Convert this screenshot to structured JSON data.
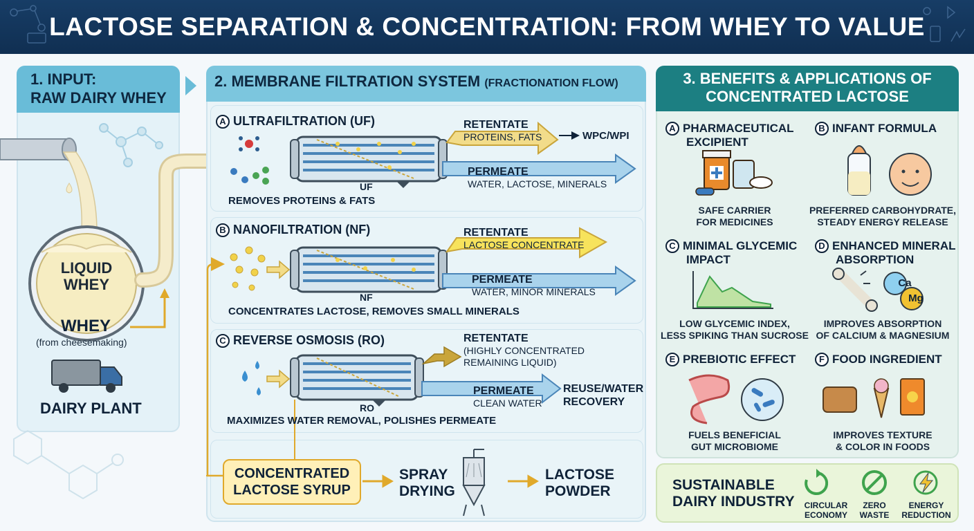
{
  "header": {
    "title": "LACTOSE SEPARATION & CONCENTRATION: FROM WHEY TO VALUE"
  },
  "input": {
    "heading_line1": "1. INPUT:",
    "heading_line2": "RAW DAIRY WHEY",
    "tank_line1": "LIQUID",
    "tank_line2": "WHEY",
    "whey_label": "WHEY",
    "whey_sub": "(from cheesemaking)",
    "plant_label": "DAIRY PLANT"
  },
  "membrane": {
    "heading": "2. MEMBRANE FILTRATION SYSTEM",
    "heading_sub": "(FRACTIONATION FLOW)",
    "stages": [
      {
        "letter": "A",
        "title": "ULTRAFILTRATION (UF)",
        "tag": "UF",
        "retentate_label": "RETENTATE",
        "retentate_detail": "PROTEINS, FATS",
        "retentate_output": "WPC/WPI",
        "permeate_label": "PERMEATE",
        "permeate_detail": "WATER, LACTOSE, MINERALS",
        "caption": "REMOVES PROTEINS & FATS"
      },
      {
        "letter": "B",
        "title": "NANOFILTRATION (NF)",
        "tag": "NF",
        "retentate_label": "RETENTATE",
        "retentate_detail": "LACTOSE CONCENTRATE",
        "permeate_label": "PERMEATE",
        "permeate_detail": "WATER, MINOR MINERALS",
        "caption": "CONCENTRATES LACTOSE, REMOVES SMALL MINERALS"
      },
      {
        "letter": "C",
        "title": "REVERSE OSMOSIS (RO)",
        "tag": "RO",
        "retentate_label": "RETENTATE",
        "retentate_detail_line1": "(HIGHLY CONCENTRATED",
        "retentate_detail_line2": "REMAINING LIQUID)",
        "permeate_label": "PERMEATE",
        "permeate_detail": "CLEAN WATER",
        "output_line1": "REUSE/WATER",
        "output_line2": "RECOVERY",
        "caption": "MAXIMIZES WATER REMOVAL, POLISHES PERMEATE"
      }
    ],
    "final": {
      "syrup_line1": "CONCENTRATED",
      "syrup_line2": "LACTOSE SYRUP",
      "spray_line1": "SPRAY",
      "spray_line2": "DRYING",
      "powder_line1": "LACTOSE",
      "powder_line2": "POWDER"
    }
  },
  "benefits": {
    "heading_line1": "3. BENEFITS & APPLICATIONS OF",
    "heading_line2": "CONCENTRATED LACTOSE",
    "items": [
      {
        "letter": "A",
        "title_line1": "PHARMACEUTICAL",
        "title_line2": "EXCIPIENT",
        "cap_line1": "SAFE CARRIER",
        "cap_line2": "FOR MEDICINES",
        "icon": "pill-bottles-icon"
      },
      {
        "letter": "B",
        "title_line1": "INFANT FORMULA",
        "title_line2": "",
        "cap_line1": "PREFERRED CARBOHYDRATE,",
        "cap_line2": "STEADY ENERGY RELEASE",
        "icon": "baby-bottle-icon"
      },
      {
        "letter": "C",
        "title_line1": "MINIMAL GLYCEMIC",
        "title_line2": "IMPACT",
        "cap_line1": "LOW GLYCEMIC INDEX,",
        "cap_line2": "LESS SPIKING THAN SUCROSE",
        "icon": "glycemic-curve-icon"
      },
      {
        "letter": "D",
        "title_line1": "ENHANCED MINERAL",
        "title_line2": "ABSORPTION",
        "cap_line1": "IMPROVES ABSORPTION",
        "cap_line2": "OF CALCIUM & MAGNESIUM",
        "icon": "bone-minerals-icon"
      },
      {
        "letter": "E",
        "title_line1": "PREBIOTIC EFFECT",
        "title_line2": "",
        "cap_line1": "FUELS BENEFICIAL",
        "cap_line2": "GUT MICROBIOME",
        "icon": "gut-microbiome-icon"
      },
      {
        "letter": "F",
        "title_line1": "FOOD INGREDIENT",
        "title_line2": "",
        "cap_line1": "IMPROVES TEXTURE",
        "cap_line2": "& COLOR IN FOODS",
        "icon": "food-items-icon"
      }
    ],
    "minerals": {
      "ca": "Ca",
      "mg": "Mg"
    }
  },
  "sustain": {
    "title_line1": "SUSTAINABLE",
    "title_line2": "DAIRY INDUSTRY",
    "items": [
      {
        "line1": "CIRCULAR",
        "line2": "ECONOMY",
        "color": "#3fa34d"
      },
      {
        "line1": "ZERO",
        "line2": "WASTE",
        "color": "#3fa34d"
      },
      {
        "line1": "ENERGY",
        "line2": "REDUCTION",
        "color": "#3fa34d"
      }
    ]
  },
  "colors": {
    "header": "#173d66",
    "panel_head": "#69bcd8",
    "benefits_head": "#1c7f82",
    "flow_cream": "#f5eccb",
    "retentate_arrow": "#f2dc8a",
    "permeate_arrow": "#a9d3ec",
    "syrup": "#fff0b8"
  }
}
